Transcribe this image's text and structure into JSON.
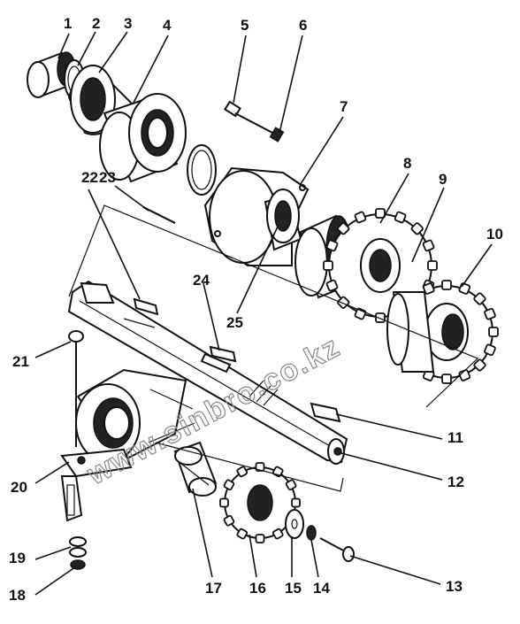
{
  "watermark": "www.sinbro.co.kz",
  "callouts": [
    "1",
    "2",
    "3",
    "4",
    "5",
    "6",
    "7",
    "8",
    "9",
    "10",
    "11",
    "12",
    "13",
    "14",
    "15",
    "16",
    "17",
    "18",
    "19",
    "20",
    "21",
    "22",
    "23",
    "24",
    "25"
  ]
}
